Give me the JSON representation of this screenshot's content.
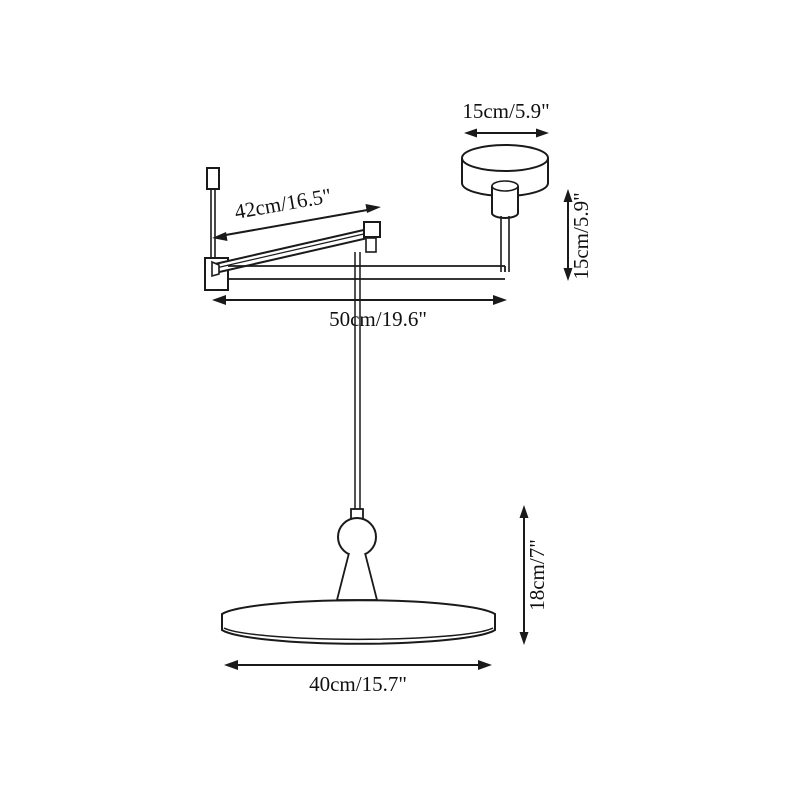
{
  "drawing": {
    "title": "Pendant lamp dimension drawing",
    "background_color": "#ffffff",
    "line_color": "#1a1a1a",
    "text_color": "#111111"
  },
  "dimensions": {
    "canopy_diameter": {
      "label": "15cm/5.9\"",
      "value_cm": 15,
      "value_in": 5.9,
      "orientation": "horizontal",
      "measures": "ceiling-canopy-diameter"
    },
    "canopy_drop": {
      "label": "15cm/5.9\"",
      "value_cm": 15,
      "value_in": 5.9,
      "orientation": "vertical",
      "measures": "ceiling-canopy-to-arm-height"
    },
    "arm_length": {
      "label": "42cm/16.5\"",
      "value_cm": 42,
      "value_in": 16.5,
      "orientation": "angled",
      "measures": "upper-swing-arm-length"
    },
    "total_reach": {
      "label": "50cm/19.6\"",
      "value_cm": 50,
      "value_in": 19.6,
      "orientation": "horizontal",
      "measures": "wall-mount-to-canopy-center"
    },
    "shade_height": {
      "label": "18cm/7\"",
      "value_cm": 18,
      "value_in": 7,
      "orientation": "vertical",
      "measures": "sphere-joint-to-shade-bottom"
    },
    "shade_diameter": {
      "label": "40cm/15.7\"",
      "value_cm": 40,
      "value_in": 15.7,
      "orientation": "horizontal",
      "measures": "shade-disc-diameter"
    }
  },
  "parts": {
    "wall_mount": "wall-mount-bracket",
    "swing_arm": "swing-arm",
    "ceiling_canopy": "ceiling-canopy",
    "stem": "canopy-stem",
    "cord": "suspension-cord",
    "sphere_joint": "sphere-joint",
    "cone_connector": "cone-connector",
    "shade": "disc-shade"
  }
}
